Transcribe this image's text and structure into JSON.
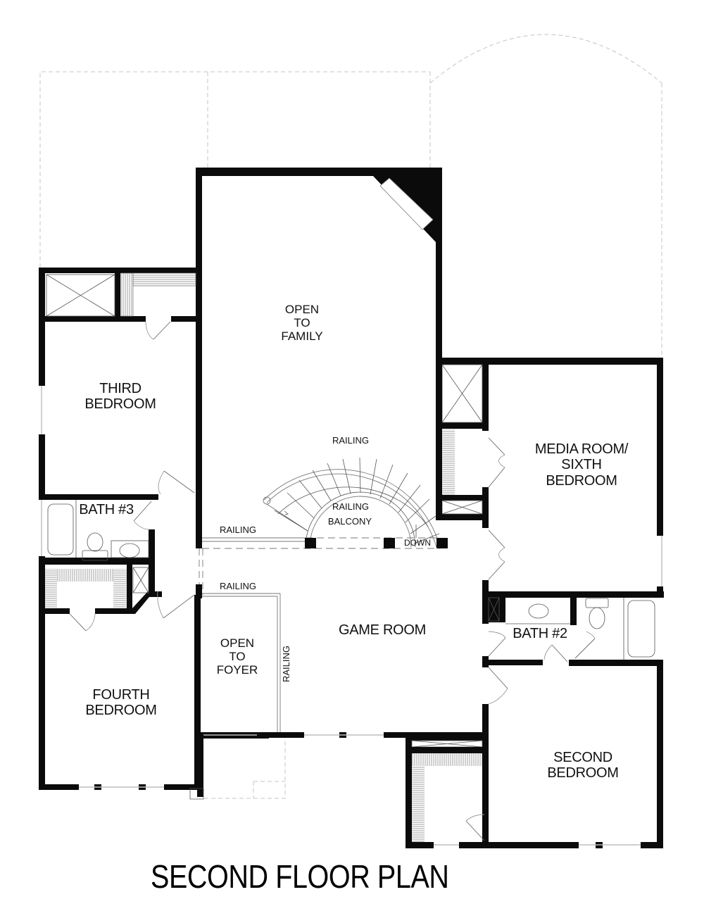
{
  "title": "SECOND FLOOR PLAN",
  "colors": {
    "wall": "#0b0b0c",
    "dashed_outline": "#c4c4c4",
    "background": "#ffffff"
  },
  "rooms": {
    "open_to_family": {
      "line1": "OPEN",
      "line2": "TO",
      "line3": "FAMILY"
    },
    "third_bedroom": {
      "line1": "THIRD",
      "line2": "BEDROOM"
    },
    "bath3": {
      "label": "BATH #3"
    },
    "media_room": {
      "line1": "MEDIA ROOM/",
      "line2": "SIXTH",
      "line3": "BEDROOM"
    },
    "game_room": {
      "label": "GAME ROOM"
    },
    "open_to_foyer": {
      "line1": "OPEN",
      "line2": "TO",
      "line3": "FOYER"
    },
    "fourth_bedroom": {
      "line1": "FOURTH",
      "line2": "BEDROOM"
    },
    "bath2": {
      "label": "BATH #2"
    },
    "second_bedroom": {
      "line1": "SECOND",
      "line2": "BEDROOM"
    }
  },
  "annotations": {
    "railing_stair_top": "RAILING",
    "railing_balcony": "RAILING",
    "balcony": "BALCONY",
    "down": "DOWN",
    "railing_left_landing": "RAILING",
    "railing_foyer_top": "RAILING",
    "railing_foyer_side": "RAILING"
  }
}
